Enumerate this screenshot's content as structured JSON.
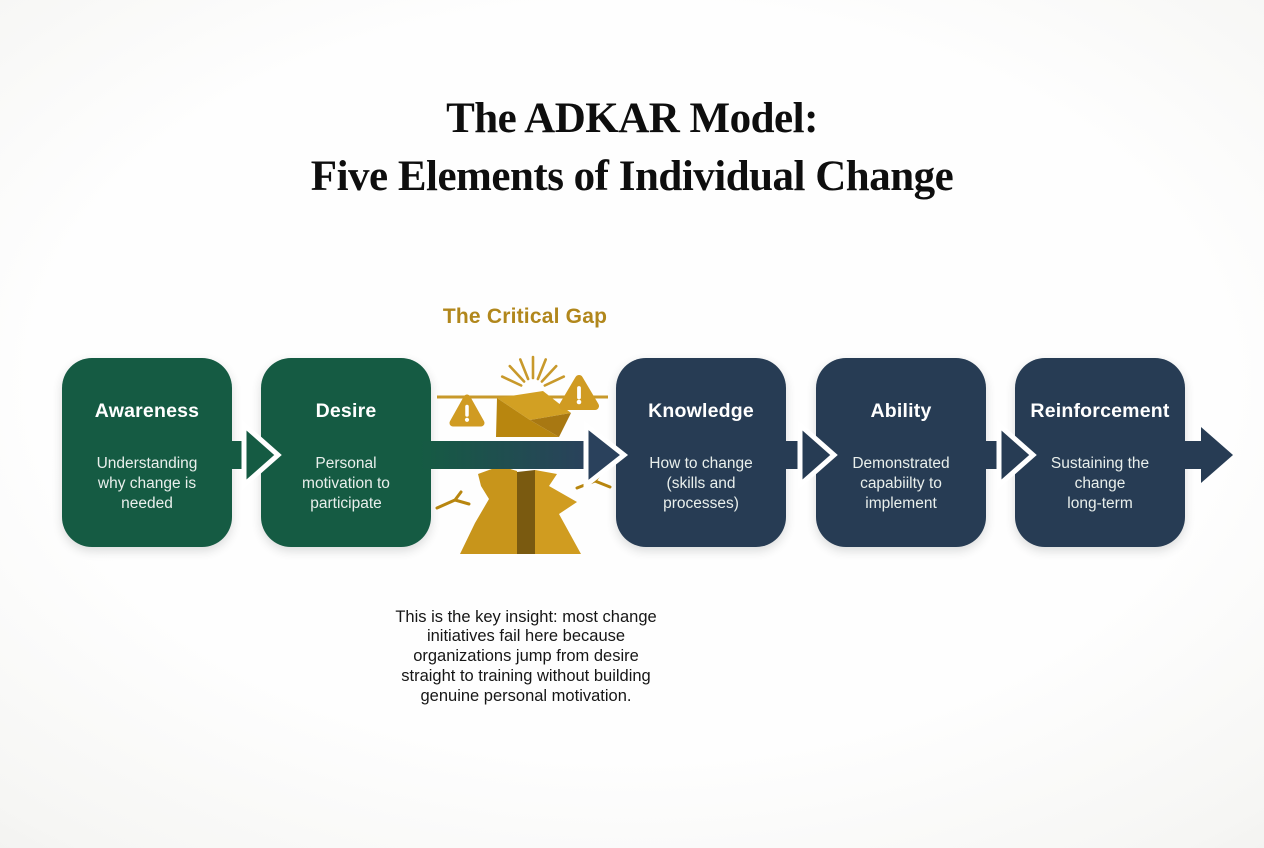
{
  "title": {
    "line1": "The ADKAR Model:",
    "line2": "Five Elements of Individual Change"
  },
  "critical_gap": {
    "label": "The Critical Gap",
    "caption": "This is the key insight: most change\ninitiatives fail here because\norganizations jump from desire\nstraight to training without building\ngenuine personal motivation."
  },
  "stages": [
    {
      "name": "Awareness",
      "description": "Understanding\nwhy change is\nneeded",
      "color": "#155b43"
    },
    {
      "name": "Desire",
      "description": "Personal\nmotivation to\nparticipate",
      "color": "#155b43"
    },
    {
      "name": "Knowledge",
      "description": "How to change\n(skills and\nprocesses)",
      "color": "#273c54"
    },
    {
      "name": "Ability",
      "description": "Demonstrated\ncapabiilty to\nimplement",
      "color": "#273c54"
    },
    {
      "name": "Reinforcement",
      "description": "Sustaining the\nchange\nlong-term",
      "color": "#273c54"
    }
  ],
  "icons": {
    "warning": "warning-triangle-icon",
    "sunburst": "sunburst-rays-icon",
    "road": "road-into-gap-icon",
    "chasm": "cracked-chasm-icon",
    "arrow": "flow-arrow-icon"
  },
  "colors": {
    "stage_green": "#155b43",
    "stage_navy": "#273c54",
    "gold": "#cf9c1e",
    "gold_dark": "#a87812",
    "gold_label": "#b1871c",
    "title_text": "#0e0e0e",
    "box_text": "#eef3f0",
    "background": "#fcfcfb",
    "arrow_outline": "#ffffff"
  }
}
